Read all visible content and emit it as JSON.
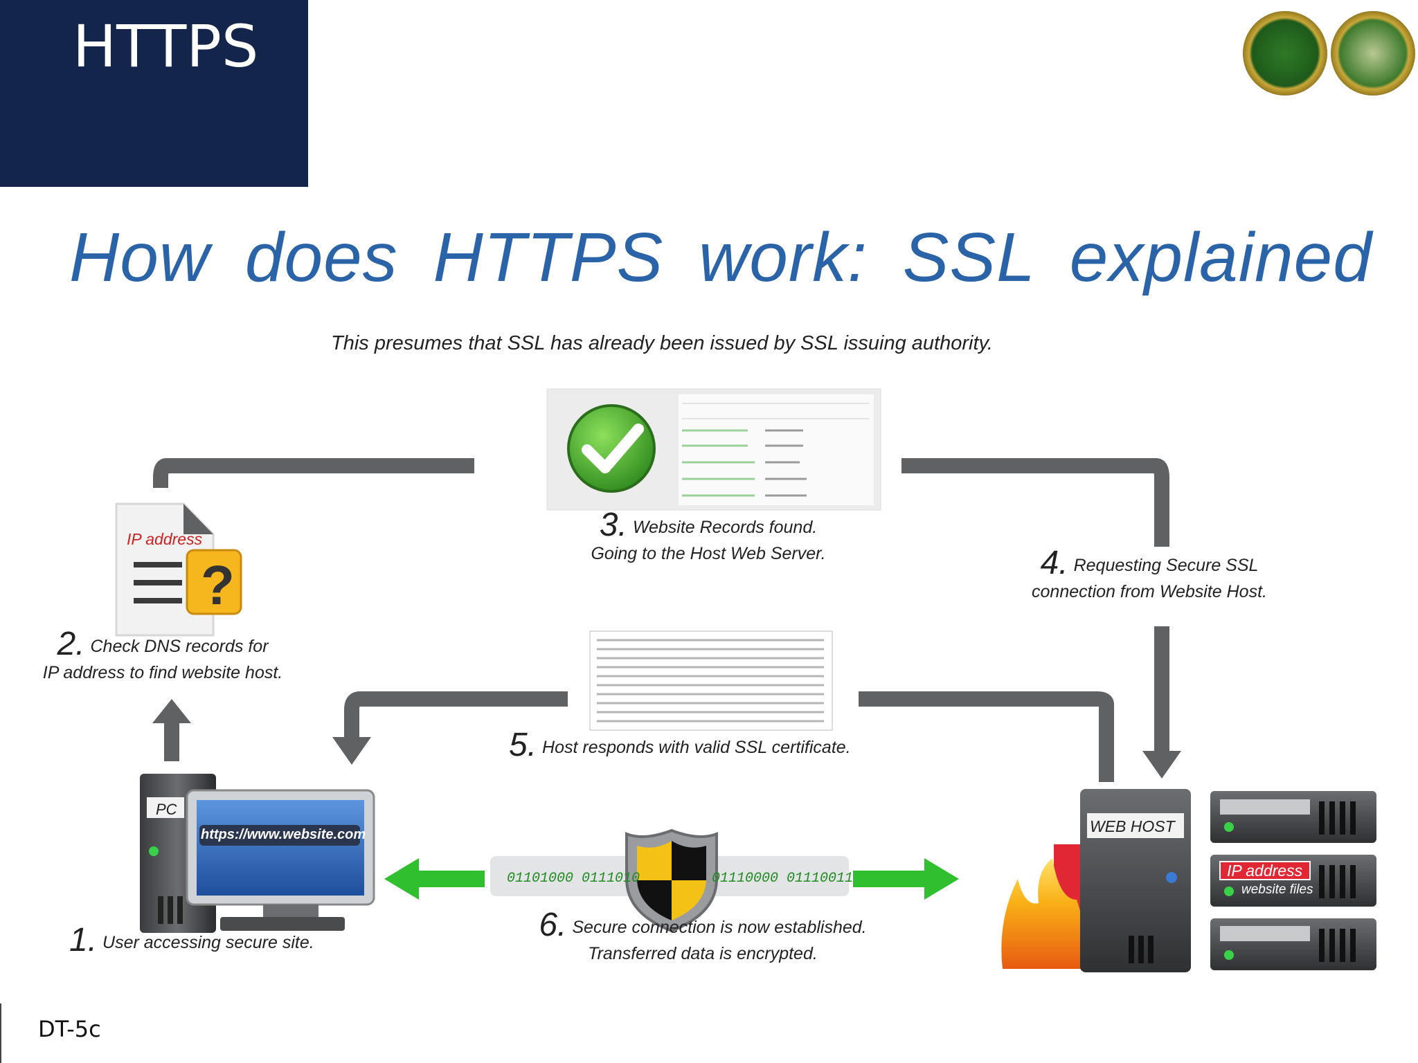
{
  "slide": {
    "title": "HTTPS",
    "footer_code": "DT-5c",
    "logos": [
      "merit-badge-circuit-icon",
      "merit-badge-binary-icon"
    ]
  },
  "diagram": {
    "headline": "How does HTTPS work: SSL explained",
    "subtitle": "This presumes that SSL has already been issued by SSL issuing authority.",
    "steps": [
      {
        "num": "1.",
        "line1": "User accessing secure site.",
        "line2": ""
      },
      {
        "num": "2.",
        "line1": "Check DNS records for",
        "line2": "IP address to find website host."
      },
      {
        "num": "3.",
        "line1": "Website Records found.",
        "line2": "Going to the Host Web Server."
      },
      {
        "num": "4.",
        "line1": "Requesting Secure SSL",
        "line2": "connection from Website Host."
      },
      {
        "num": "5.",
        "line1": "Host responds with valid SSL certificate.",
        "line2": ""
      },
      {
        "num": "6.",
        "line1": "Secure connection is now established.",
        "line2": "Transferred data is encrypted."
      }
    ],
    "pc": {
      "label": "PC",
      "url": "https://www.website.com"
    },
    "dns_doc": {
      "label": "IP address"
    },
    "web_host": {
      "label": "WEB HOST",
      "server_ip_label": "IP address",
      "server_files_label": "website files"
    },
    "binary_left": "01101000 0111010",
    "binary_right": "01110000 01110011",
    "colors": {
      "navy": "#13254a",
      "headline_blue": "#2a63a7",
      "arrow_gray": "#5f6163",
      "arrow_green": "#2fbf2f"
    }
  }
}
